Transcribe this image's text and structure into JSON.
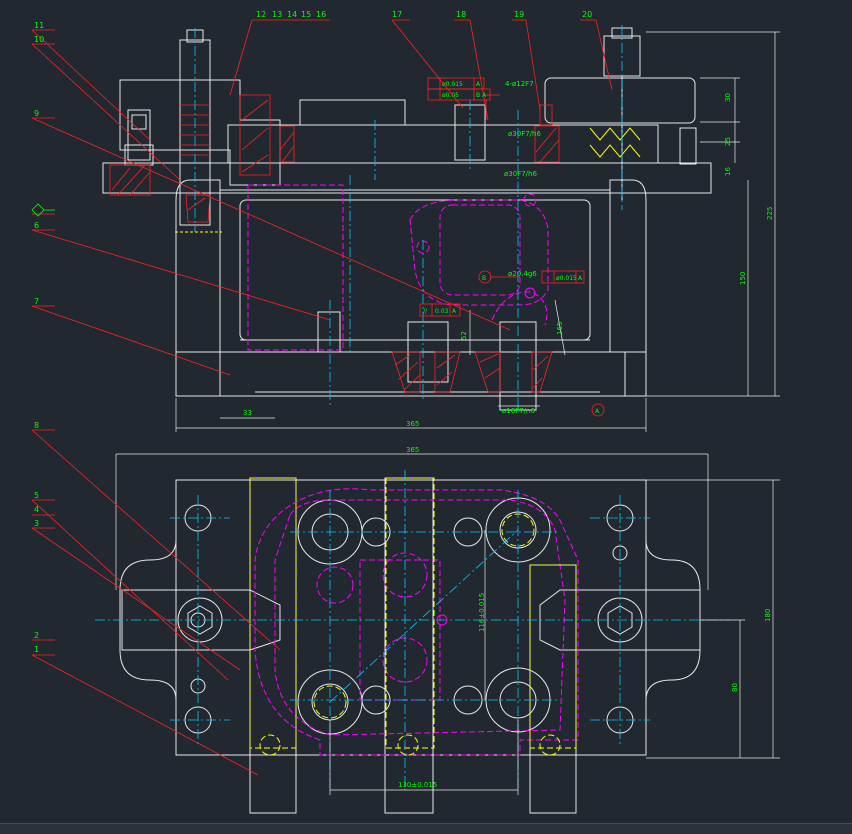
{
  "colors": {
    "background": "#212830",
    "outline": "#e8e8e8",
    "leader": "#ff2020",
    "dimension": "#00ff00",
    "center": "#00c8ff",
    "hidden": "#ff00ff",
    "yellow": "#ffff00"
  },
  "balloons": {
    "b1": "1",
    "b2": "2",
    "b3": "3",
    "b4": "4",
    "b5": "5",
    "b6": "6",
    "b7": "7",
    "b8": "8",
    "b9": "9",
    "b10": "10",
    "b11": "11",
    "b12": "12",
    "b13": "13",
    "b14": "14",
    "b15": "15",
    "b16": "16",
    "b17": "17",
    "b18": "18",
    "b19": "19",
    "b20": "20"
  },
  "dimensions": {
    "width_top": "365",
    "width_bottom": "365",
    "offset_33": "33",
    "height_total": "225",
    "height_150": "150",
    "h30": "30",
    "h25": "25",
    "h16": "16",
    "h52": "52",
    "h165": "165",
    "plan_height": "180",
    "plan_offset": "80",
    "spacing_x": "130±0.015",
    "spacing_y": "116±0.015",
    "holes_4": "4-ø12F7",
    "fit_top": "ø30F7/h6",
    "fit_top2": "ø30F7/h6",
    "fit_mid": "ø20.4g6",
    "fit_bottom": "ø16F7/n6"
  },
  "tolerance_frames": {
    "t1_value": "ø0.015",
    "t1_ref": "A",
    "t2_value": "ø0.05",
    "t2_ref": "B  A",
    "t3_sym": "//",
    "t3_value": "0.03",
    "t3_ref": "A",
    "t4_value": "ø0.015",
    "t4_ref": "A",
    "datum_b": "B",
    "datum_a": "A"
  }
}
